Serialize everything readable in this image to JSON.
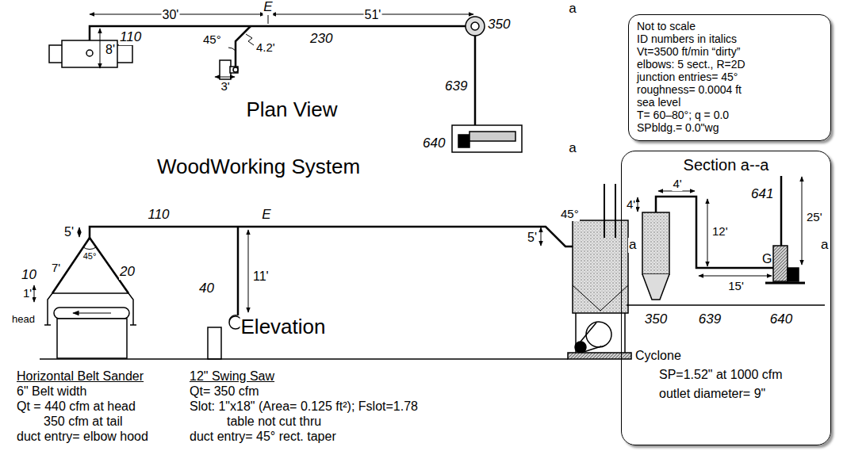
{
  "diagram": {
    "title": "WoodWorking System",
    "nodes": [
      {
        "text": [
          "Not to scale",
          "ID numbers in italics",
          "Vt=3500 ft/min “dirty”",
          "elbows: 5 sect., R=2D",
          "junction entries= 45°",
          "roughness= 0.0004 ft",
          "sea level",
          "T= 60–80°; q = 0.0",
          "SPbldg.= 0.0\"wg"
        ]
      },
      {
        "text": [
          "Section a--a"
        ]
      }
    ],
    "labels": [
      "30'",
      "E",
      "51'",
      "a",
      "110",
      "8'",
      "45°",
      "4.2'",
      "230",
      "3'",
      "350",
      "639",
      "640",
      "Plan View",
      "a",
      "110",
      "E",
      "5'",
      "10",
      "7'",
      "45°",
      "20",
      "40",
      "11'",
      "5'",
      "45°",
      "1'",
      "head",
      "Elevation",
      "Horizontal Belt Sander",
      "6\" Belt width",
      "Qt = 440 cfm at head",
      "350 cfm at tail",
      "duct entry= elbow hood",
      "12\" Swing Saw",
      "Qt= 350 cfm",
      "Slot: 1\"x18\" (Area= 0.125 ft²); Fslot=1.78",
      "table not cut thru",
      "duct entry= 45° rect. taper",
      "4'",
      "4'",
      "641",
      "12'",
      "25'",
      "a",
      "a",
      "G",
      "15'",
      "350",
      "639",
      "640",
      "Cyclone",
      "SP=1.52\" at 1000 cfm",
      "outlet diameter= 9\""
    ]
  }
}
